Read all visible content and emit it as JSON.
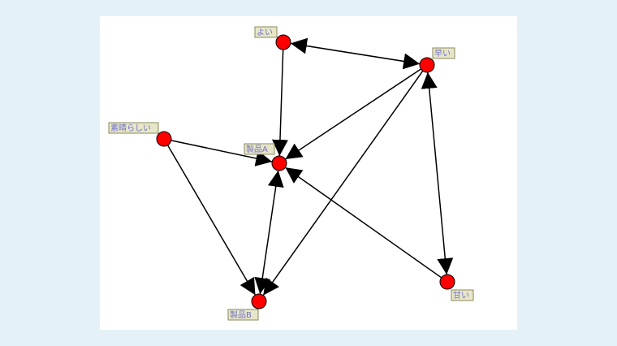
{
  "nodes": [
    {
      "id": "yoi",
      "label": "よい"
    },
    {
      "id": "hayai",
      "label": "早い"
    },
    {
      "id": "subarashii",
      "label": "素晴らしい"
    },
    {
      "id": "productA",
      "label": "製品A"
    },
    {
      "id": "amai",
      "label": "甘い"
    },
    {
      "id": "productB",
      "label": "製品B"
    }
  ],
  "edges": [
    {
      "from": "yoi",
      "to": "hayai",
      "bidirectional": true
    },
    {
      "from": "yoi",
      "to": "productA",
      "bidirectional": false
    },
    {
      "from": "hayai",
      "to": "productA",
      "bidirectional": false
    },
    {
      "from": "hayai",
      "to": "productB",
      "bidirectional": false
    },
    {
      "from": "hayai",
      "to": "amai",
      "bidirectional": true
    },
    {
      "from": "subarashii",
      "to": "productA",
      "bidirectional": false
    },
    {
      "from": "subarashii",
      "to": "productB",
      "bidirectional": false
    },
    {
      "from": "amai",
      "to": "productA",
      "bidirectional": false
    },
    {
      "from": "productA",
      "to": "productB",
      "bidirectional": true
    }
  ],
  "colors": {
    "node": "#ff0000",
    "edge": "#000000",
    "label_bg": "#e8e6c8",
    "label_text": "#7070c8"
  }
}
